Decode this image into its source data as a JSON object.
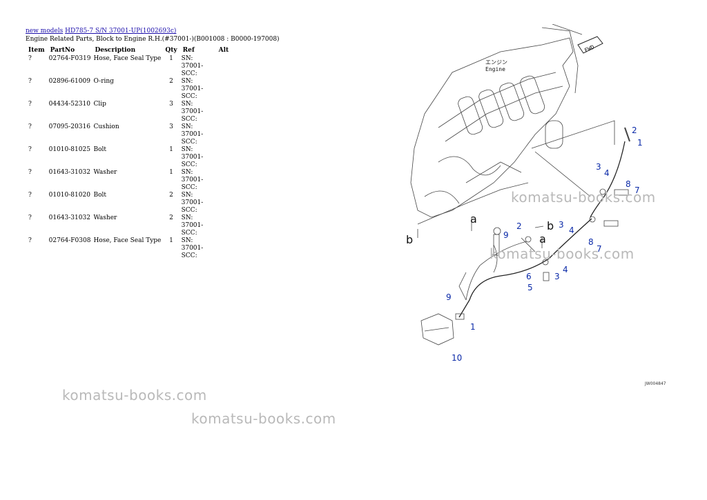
{
  "breadcrumb": {
    "link1": "new models",
    "link2": "HD785-7 S/N 37001-UP(1002693c)"
  },
  "subtitle": "Engine Related Parts, Block to Engine R.H.(#37001-)(B001008 : B0000-197008)",
  "table": {
    "headers": [
      "Item",
      "PartNo",
      "Description",
      "Qty",
      "Ref",
      "Alt"
    ],
    "rows": [
      {
        "item": "?",
        "partno": "02764-F0319",
        "description": "Hose, Face Seal Type",
        "qty": "1",
        "ref": "SN: 37001-SCC:"
      },
      {
        "item": "?",
        "partno": "02896-61009",
        "description": "O-ring",
        "qty": "2",
        "ref": "SN: 37001-SCC:"
      },
      {
        "item": "?",
        "partno": "04434-52310",
        "description": "Clip",
        "qty": "3",
        "ref": "SN: 37001-SCC:"
      },
      {
        "item": "?",
        "partno": "07095-20316",
        "description": "Cushion",
        "qty": "3",
        "ref": "SN: 37001-SCC:"
      },
      {
        "item": "?",
        "partno": "01010-81025",
        "description": "Bolt",
        "qty": "1",
        "ref": "SN: 37001-SCC:"
      },
      {
        "item": "?",
        "partno": "01643-31032",
        "description": "Washer",
        "qty": "1",
        "ref": "SN: 37001-SCC:"
      },
      {
        "item": "?",
        "partno": "01010-81020",
        "description": "Bolt",
        "qty": "2",
        "ref": "SN: 37001-SCC:"
      },
      {
        "item": "?",
        "partno": "01643-31032",
        "description": "Washer",
        "qty": "2",
        "ref": "SN: 37001-SCC:"
      },
      {
        "item": "?",
        "partno": "02764-F0308",
        "description": "Hose, Face Seal Type",
        "qty": "1",
        "ref": "SN: 37001-SCC:"
      }
    ]
  },
  "watermark": "komatsu-books.com",
  "diagram": {
    "fwd": "FWD",
    "engine_jp": "エンジン",
    "engine_en": "Engine",
    "label_a": "a",
    "label_b": "b",
    "callouts": [
      "1",
      "2",
      "3",
      "4",
      "5",
      "6",
      "7",
      "8",
      "9",
      "10"
    ],
    "code": "JW004847"
  }
}
